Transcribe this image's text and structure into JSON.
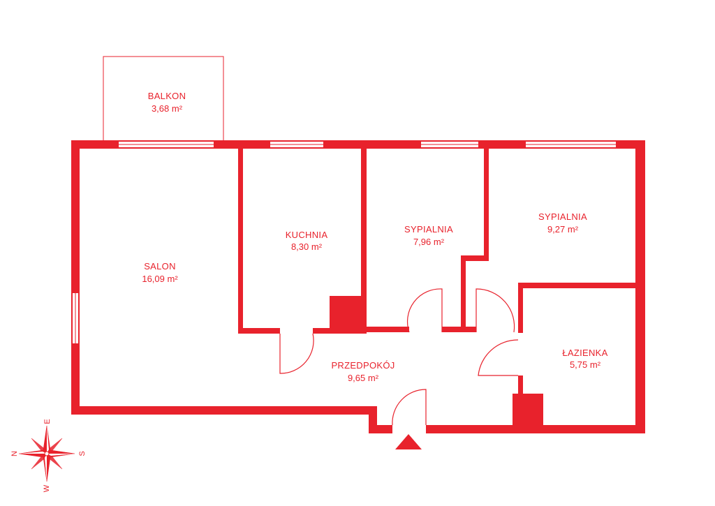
{
  "colors": {
    "wall": "#e8222c",
    "window": "#ffffff",
    "background": "#ffffff"
  },
  "rooms": {
    "balkon": {
      "name": "BALKON",
      "area": "3,68 m²"
    },
    "salon": {
      "name": "SALON",
      "area": "16,09 m²"
    },
    "kuchnia": {
      "name": "KUCHNIA",
      "area": "8,30 m²"
    },
    "sypialnia1": {
      "name": "SYPIALNIA",
      "area": "7,96 m²"
    },
    "sypialnia2": {
      "name": "SYPIALNIA",
      "area": "9,27 m²"
    },
    "lazienka": {
      "name": "ŁAZIENKA",
      "area": "5,75 m²"
    },
    "przedpokoj": {
      "name": "PRZEDPOKÓJ",
      "area": "9,65 m²"
    }
  },
  "compass": {
    "north": "N",
    "east": "E",
    "south": "S",
    "west": "W",
    "icon": "compass-rose-icon"
  },
  "entrance": {
    "icon": "entrance-arrow-icon"
  }
}
